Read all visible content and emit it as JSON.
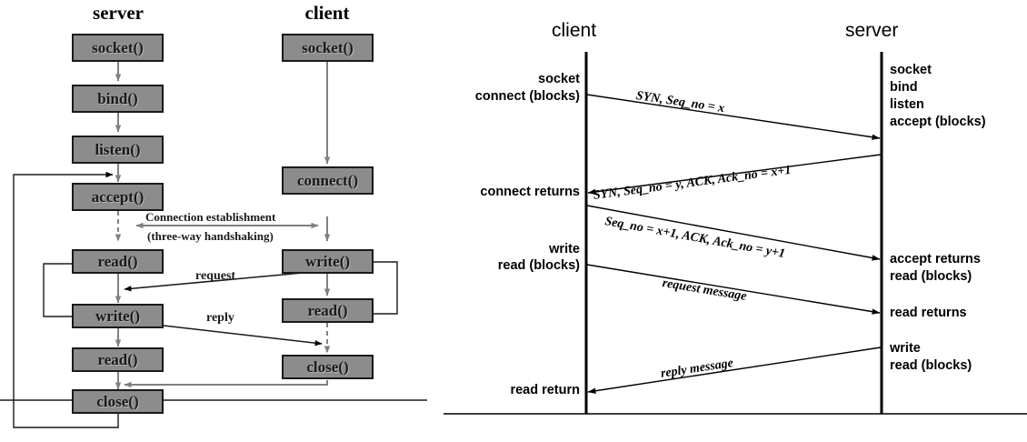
{
  "left_diagram": {
    "titles": {
      "server": "server",
      "client": "client"
    },
    "server_boxes": [
      {
        "label": "socket()"
      },
      {
        "label": "bind()"
      },
      {
        "label": "listen()"
      },
      {
        "label": "accept()"
      },
      {
        "label": "read()"
      },
      {
        "label": "write()"
      },
      {
        "label": "read()"
      },
      {
        "label": "close()"
      }
    ],
    "client_boxes": [
      {
        "label": "socket()"
      },
      {
        "label": "connect()"
      },
      {
        "label": "write()"
      },
      {
        "label": "read()"
      },
      {
        "label": "close()"
      }
    ],
    "annotations": {
      "handshake_line1": "Connection establishment",
      "handshake_line2": "(three-way handshaking)",
      "request": "request",
      "reply": "reply"
    }
  },
  "right_diagram": {
    "titles": {
      "client": "client",
      "server": "server"
    },
    "client_labels": [
      {
        "text": "socket"
      },
      {
        "text": "connect (blocks)"
      },
      {
        "text": "connect returns"
      },
      {
        "text": "write"
      },
      {
        "text": "read (blocks)"
      },
      {
        "text": "read return"
      }
    ],
    "server_labels": [
      {
        "text": "socket"
      },
      {
        "text": "bind"
      },
      {
        "text": "listen"
      },
      {
        "text": "accept (blocks)"
      },
      {
        "text": "accept returns"
      },
      {
        "text": "read (blocks)"
      },
      {
        "text": "read returns"
      },
      {
        "text": "write"
      },
      {
        "text": "read (blocks)"
      }
    ],
    "messages": [
      {
        "text": "SYN, Seq_no = x",
        "direction": "client-to-server"
      },
      {
        "text": "SYN, Seq_no = y, ACK, Ack_no = x+1",
        "direction": "server-to-client"
      },
      {
        "text": "Seq_no = x+1, ACK, Ack_no = y+1",
        "direction": "client-to-server"
      },
      {
        "text": "request message",
        "direction": "client-to-server"
      },
      {
        "text": "reply message",
        "direction": "server-to-client"
      }
    ]
  },
  "colors": {
    "box_fill": "#8c8c8c",
    "box_border": "#1a1a1a",
    "arrow_gray": "#808080",
    "line_black": "#000000",
    "background": "#ffffff"
  }
}
